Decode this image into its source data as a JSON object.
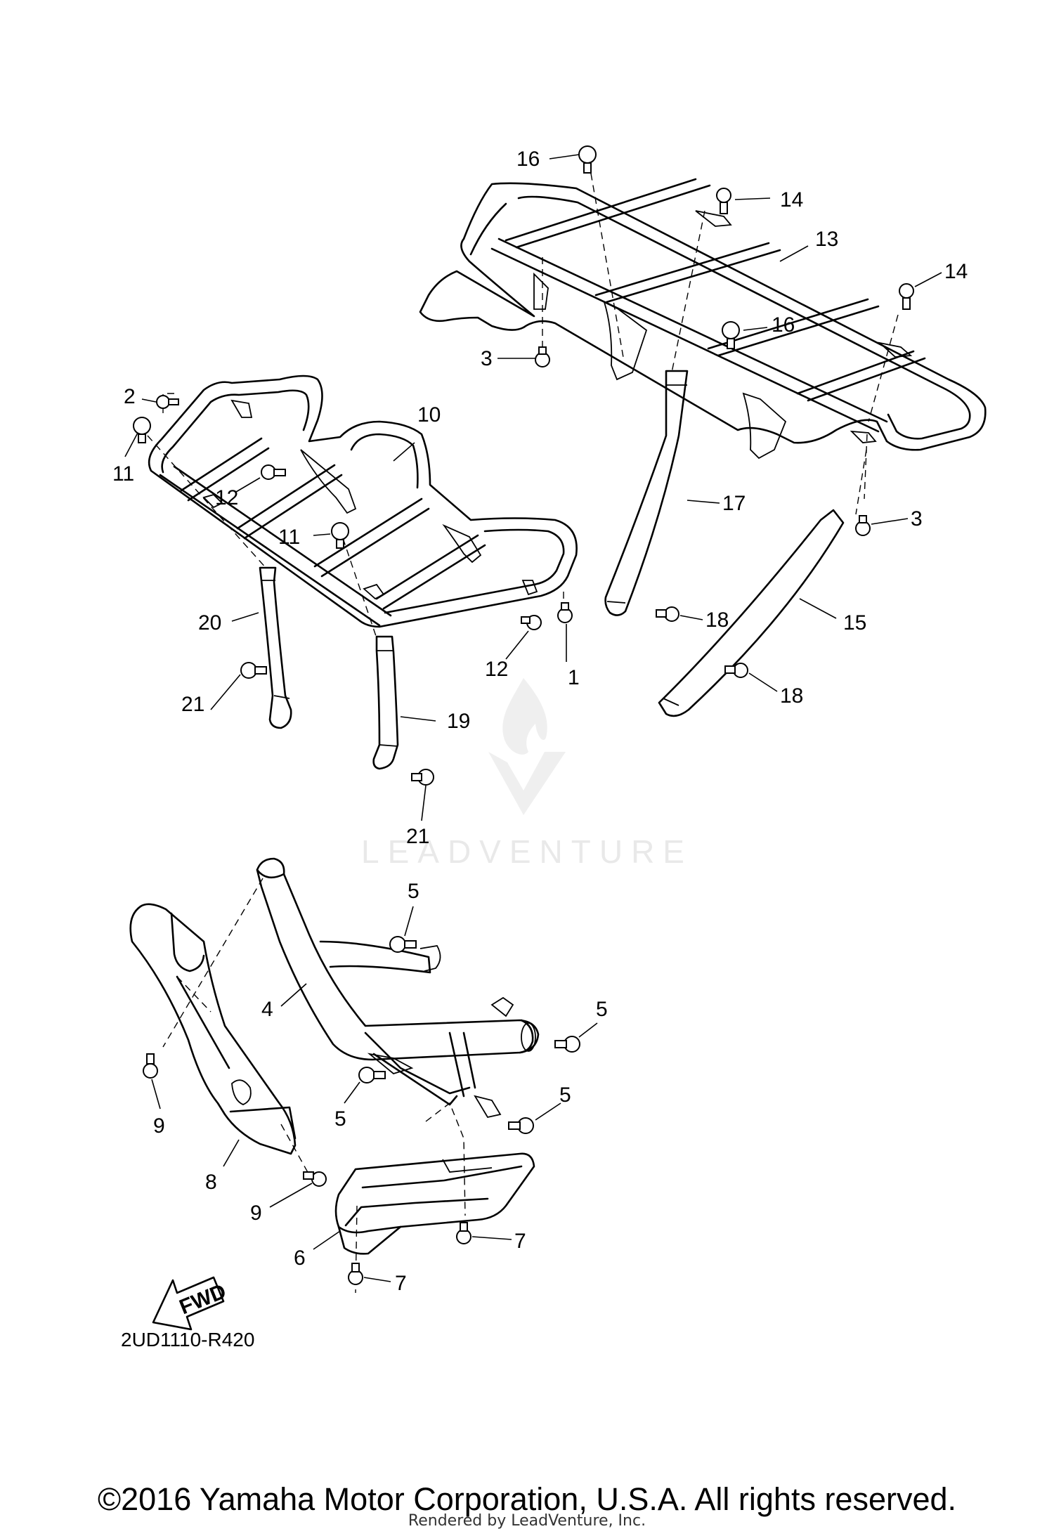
{
  "diagram": {
    "callouts": {
      "c1": "1",
      "c2": "2",
      "c3a": "3",
      "c3b": "3",
      "c4": "4",
      "c5a": "5",
      "c5b": "5",
      "c5c": "5",
      "c5d": "5",
      "c6": "6",
      "c7a": "7",
      "c7b": "7",
      "c8": "8",
      "c9a": "9",
      "c9b": "9",
      "c10": "10",
      "c11a": "11",
      "c11b": "11",
      "c12a": "12",
      "c12b": "12",
      "c13": "13",
      "c14a": "14",
      "c14b": "14",
      "c15": "15",
      "c16a": "16",
      "c16b": "16",
      "c17": "17",
      "c18a": "18",
      "c18b": "18",
      "c19": "19",
      "c20": "20",
      "c21a": "21",
      "c21b": "21"
    },
    "fwd_label": "FWD",
    "diagram_code": "2UD1110-R420",
    "watermark": "LEADVENTURE"
  },
  "footer": {
    "copyright": "©2016 Yamaha Motor Corporation, U.S.A. All rights reserved.",
    "rendered_by": "Rendered by LeadVenture, Inc."
  }
}
